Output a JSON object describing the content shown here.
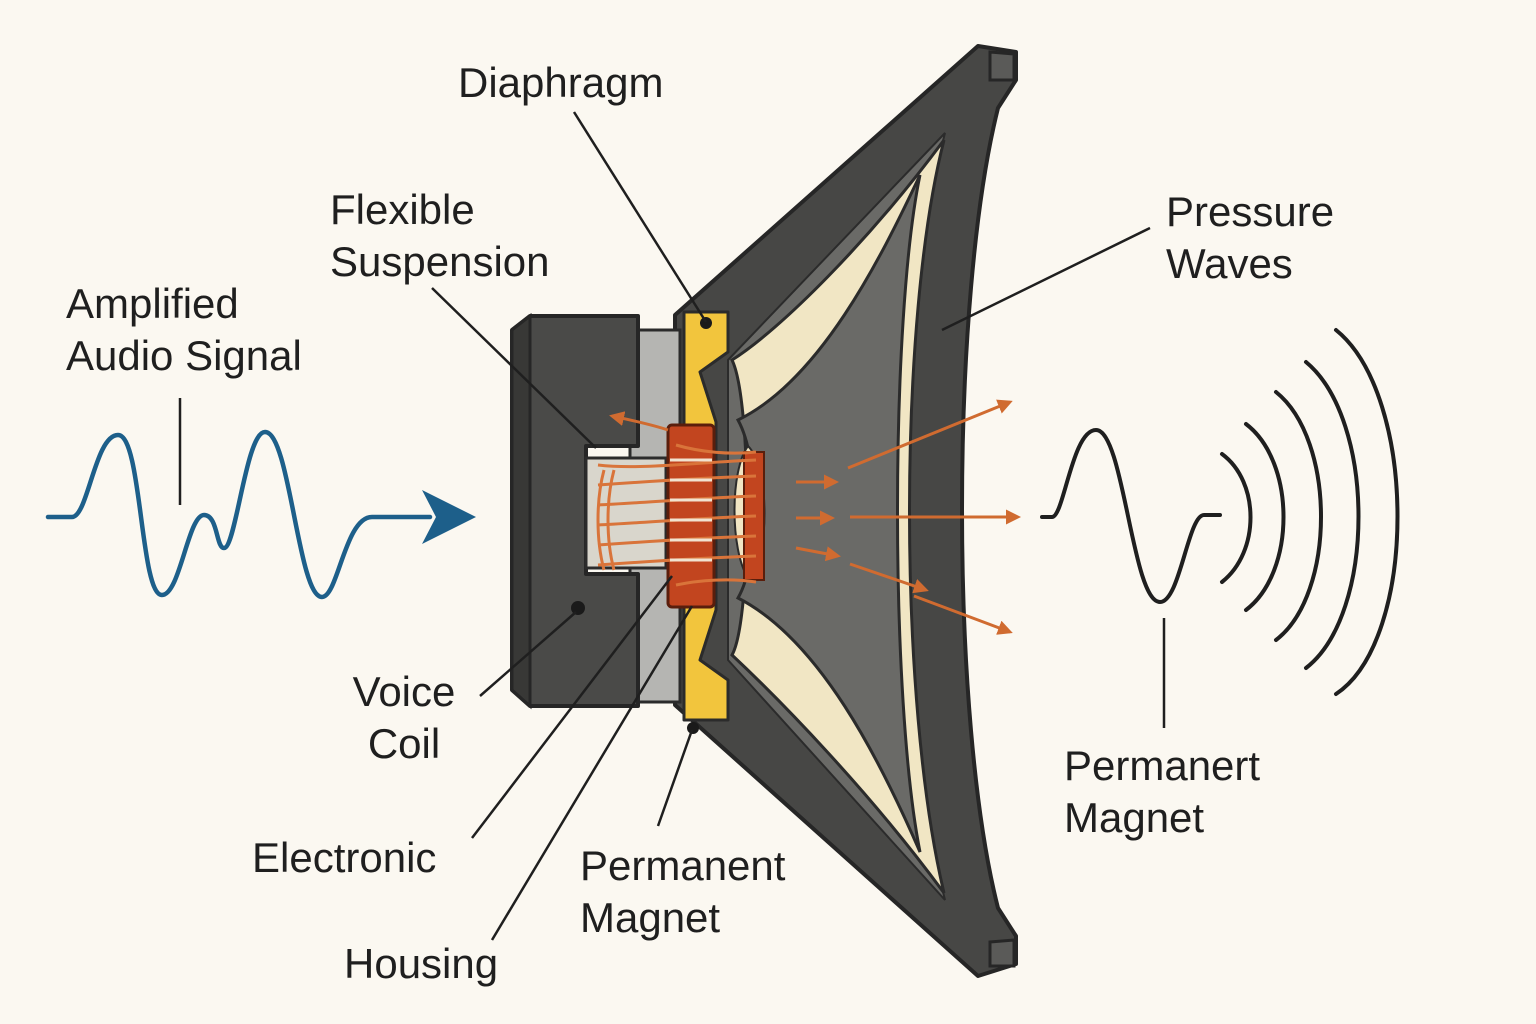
{
  "labels": {
    "amplified_audio_signal": [
      "Amplified",
      "Audio Signal"
    ],
    "diaphragm": [
      "Diaphragm"
    ],
    "flexible_suspension": [
      "Flexible",
      "Suspension"
    ],
    "pressure_waves": [
      "Pressure",
      "Waves"
    ],
    "voice_coil": [
      "Voice",
      "Coil"
    ],
    "electronic": [
      "Electronic"
    ],
    "housing": [
      "Housing"
    ],
    "permanent_magnet_bottom": [
      "Permanent",
      "Magnet"
    ],
    "permanert_magnet_right": [
      "Permanert",
      "Magnet"
    ]
  },
  "colors": {
    "background": "#fbf8f1",
    "signal_wave": "#1d5f8a",
    "housing_dark": "#4a4a48",
    "housing_outline": "#262626",
    "magnet_gray": "#b5b5b2",
    "coil_copper": "#c2451f",
    "wire_orange": "#d9743a",
    "gasket_yellow": "#f2c53d",
    "cone_cream": "#f1e6c4",
    "frame_dark": "#474745",
    "text": "#1f1f1f"
  }
}
